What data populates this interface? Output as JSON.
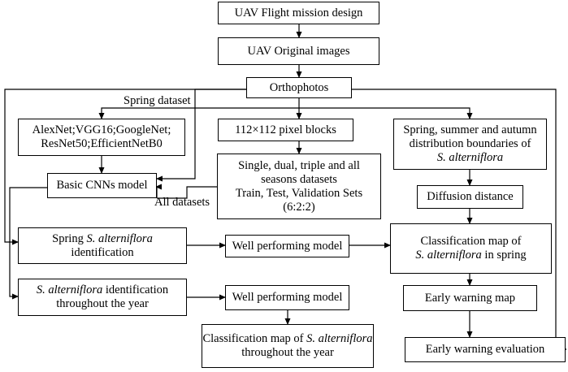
{
  "boxes": {
    "uav_design": "UAV Flight mission design",
    "uav_images": "UAV Original images",
    "orthophotos": "Orthophotos",
    "cnn_list": [
      "AlexNet;VGG16;GoogleNet;",
      "ResNet50;EfficientNetB0"
    ],
    "basic_cnn": "Basic CNNs model",
    "pixel_blocks": "112×112 pixel blocks",
    "datasets": [
      "Single, dual, triple and all",
      "seasons datasets",
      "Train, Test, Validation Sets",
      "(6:2:2)"
    ],
    "boundaries": [
      "Spring, summer and autumn",
      "distribution boundaries of",
      "S. alterniflora"
    ],
    "diffusion": "Diffusion distance",
    "spring_ident": {
      "pre": "Spring ",
      "species": "S. alterniflora",
      "post": "identification"
    },
    "year_ident": {
      "species": "S. alterniflora",
      "mid": " identification",
      "post": "throughout the year"
    },
    "well_model_1": "Well performing model",
    "well_model_2": "Well performing model",
    "spring_map": {
      "pre": "Classification map of",
      "species": "S. alterniflora",
      "post": " in spring"
    },
    "early_map": "Early warning map",
    "year_map": {
      "pre": "Classification map of ",
      "species": "S. alterniflora",
      "post": "throughout the year"
    },
    "early_eval": "Early warning evaluation"
  },
  "labels": {
    "spring_dataset": "Spring dataset",
    "all_datasets": "All datasets"
  }
}
